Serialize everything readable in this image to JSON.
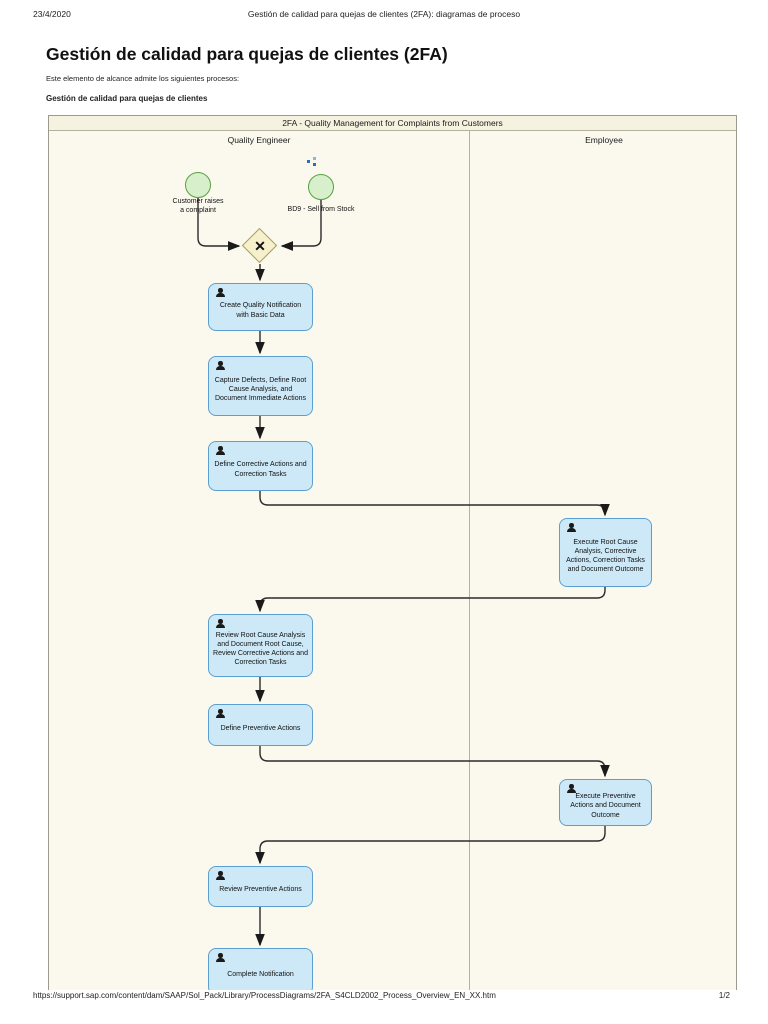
{
  "print": {
    "date": "23/4/2020",
    "doc_title": "Gestión de calidad para quejas de clientes (2FA): diagramas de proceso",
    "url": "https://support.sap.com/content/dam/SAAP/Sol_Pack/Library/ProcessDiagrams/2FA_S4CLD2002_Process_Overview_EN_XX.htm",
    "page_number": "1/2"
  },
  "content": {
    "title": "Gestión de calidad para quejas de clientes (2FA)",
    "intro": "Este elemento de alcance admite los siguientes procesos:",
    "process_heading": "Gestión de calidad para quejas de clientes"
  },
  "diagram": {
    "pool_title": "2FA - Quality Management for Complaints from Customers",
    "lanes": [
      {
        "label": "Quality Engineer"
      },
      {
        "label": "Employee"
      }
    ],
    "start_events": [
      {
        "label": "Customer raises a complaint",
        "lane": "Quality Engineer"
      },
      {
        "label": "BD9 - Sell from Stock",
        "lane": "Quality Engineer"
      }
    ],
    "gateway": {
      "type": "exclusive-gateway",
      "symbol": "✕"
    },
    "tasks": [
      {
        "label": "Create Quality Notification with Basic Data",
        "lane": "Quality Engineer"
      },
      {
        "label": "Capture Defects, Define Root Cause Analysis, and Document Immediate Actions",
        "lane": "Quality Engineer"
      },
      {
        "label": "Define Corrective Actions and Correction Tasks",
        "lane": "Quality Engineer"
      },
      {
        "label": "Execute Root Cause Analysis, Corrective Actions, Correction Tasks and Document Outcome",
        "lane": "Employee"
      },
      {
        "label": "Review Root Cause Analysis and Document Root Cause, Review Corrective Actions and Correction Tasks",
        "lane": "Quality Engineer"
      },
      {
        "label": "Define Preventive Actions",
        "lane": "Quality Engineer"
      },
      {
        "label": "Execute Preventive Actions and Document Outcome",
        "lane": "Employee"
      },
      {
        "label": "Review Preventive Actions",
        "lane": "Quality Engineer"
      },
      {
        "label": "Complete Notification",
        "lane": "Quality Engineer"
      }
    ],
    "colors": {
      "task_fill": "#cde9f8",
      "task_border": "#5b9fd0",
      "event_fill": "#d8efcb",
      "event_border": "#58a043",
      "gateway_fill": "#f7f0cd",
      "gateway_border": "#a89a55",
      "lane_background": "#fbf9ee",
      "pool_header_background": "#f6f2e0"
    }
  }
}
